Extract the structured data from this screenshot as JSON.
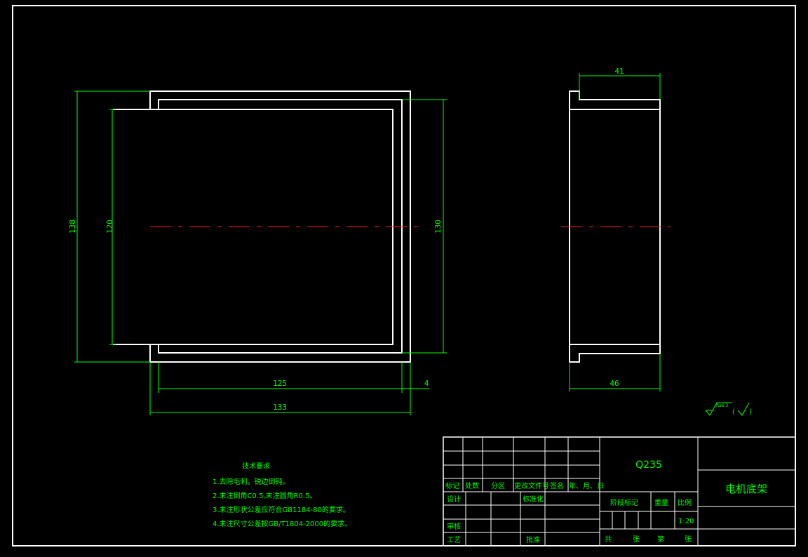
{
  "drawing": {
    "front_view_dims": {
      "d138": "138",
      "d120": "120",
      "d130": "130",
      "d125": "125",
      "d4": "4",
      "d133": "133"
    },
    "side_view_dims": {
      "d41": "41",
      "d46": "46"
    },
    "roughness": {
      "ra": "Ra6.3"
    }
  },
  "notes": {
    "title": "技术要求",
    "items": [
      "1.去除毛刺，锐边倒钝。",
      "2.未注倒角C0.5,未注圆角R0.5。",
      "3.未注形状公差应符合GB1184-80的要求。",
      "4.未注尺寸公差按GB/T1804-2000的要求。"
    ]
  },
  "title_block": {
    "material": "Q235",
    "part_name": "电机底架",
    "headers": [
      "标记",
      "处数",
      "分区",
      "更改文件号",
      "签名",
      "年、月、日"
    ],
    "design": "设计",
    "standardize": "标准化",
    "check": "审核",
    "process": "工艺",
    "approve": "批准",
    "stage_mark": "阶段标记",
    "weight": "重量",
    "scale": "比例",
    "scale_value": "1:20",
    "sheets_total": "共",
    "sheet_label": "张",
    "sheet_no": "第",
    "sheet_label2": "张"
  }
}
